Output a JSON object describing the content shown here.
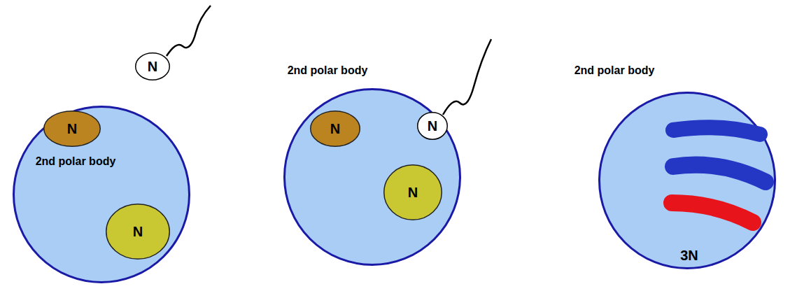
{
  "diagram": {
    "nodes": [
      {
        "text": [
          "N"
        ]
      },
      {
        "text": [
          "2nd polar body"
        ]
      },
      {
        "text": [
          "N"
        ],
        "in": 1
      },
      {
        "text": [
          "N"
        ],
        "in": 1
      },
      {
        "text": [
          "2nd polar body"
        ]
      },
      {
        "text": [
          "N"
        ],
        "in": 4
      },
      {
        "text": [
          "N"
        ],
        "in": 4
      },
      {
        "text": [
          "N"
        ],
        "in": 4
      },
      {
        "text": [
          "2nd polar body",
          "3N"
        ]
      }
    ]
  }
}
